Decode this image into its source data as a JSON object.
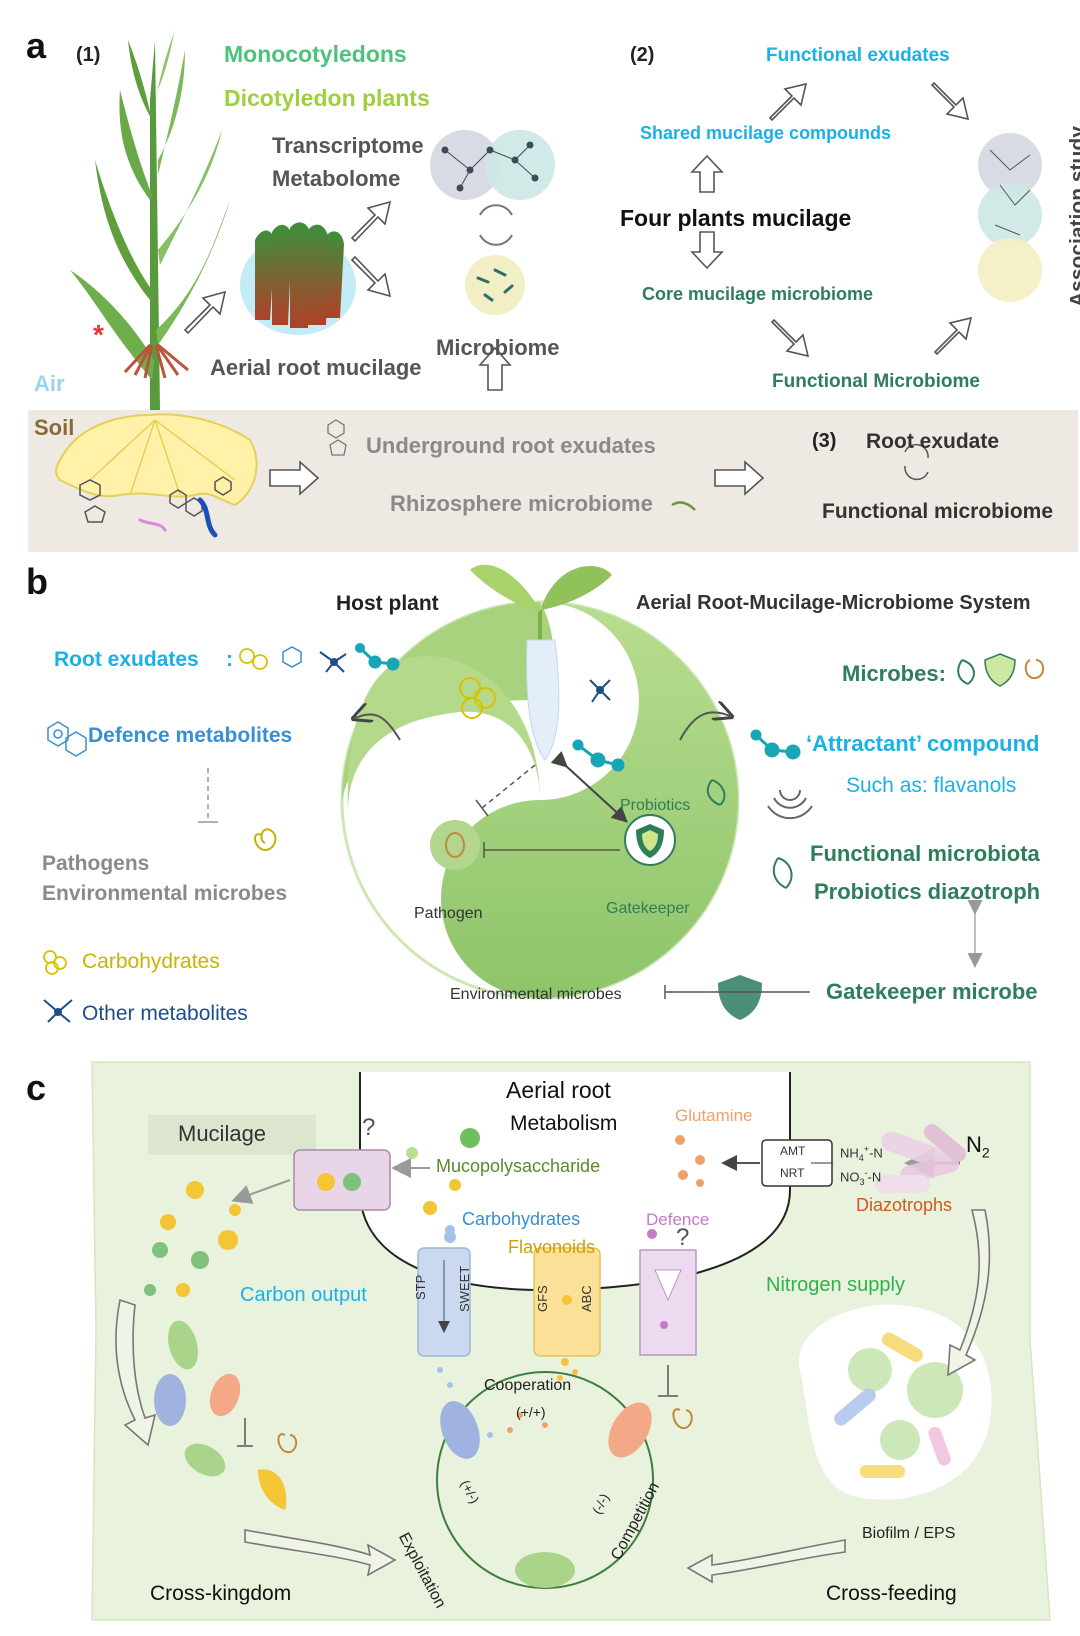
{
  "panel_a": {
    "letter": "a",
    "sub1": "(1)",
    "sub2": "(2)",
    "sub3": "(3)",
    "monocot": "Monocotyledons",
    "dicot": "Dicotyledon plants",
    "transcriptome": "Transcriptome",
    "metabolome": "Metabolome",
    "aerial_mucilage": "Aerial root mucilage",
    "microbiome": "Microbiome",
    "air": "Air",
    "soil": "Soil",
    "underground_exudates": "Underground root exudates",
    "rhizosphere": "Rhizosphere microbiome",
    "functional_exudates": "Functional exudates",
    "shared_compounds": "Shared mucilage compounds",
    "four_plants": "Four plants mucilage",
    "core_microbiome": "Core mucilage microbiome",
    "functional_microbiome": "Functional Microbiome",
    "association": "Association study",
    "root_exudate": "Root exudate",
    "functional_microbiome_2": "Functional microbiome",
    "asterisk": "*"
  },
  "panel_b": {
    "letter": "b",
    "host_plant": "Host plant",
    "system": "Aerial Root-Mucilage-Microbiome System",
    "root_exudates": "Root exudates",
    "colon": ":",
    "microbes": "Microbes:",
    "defence": "Defence metabolites",
    "attractant": "‘Attractant’ compound",
    "flavanols": "Such as: flavanols",
    "pathogens": "Pathogens",
    "env_microbes": "Environmental microbes",
    "functional_microbiota": "Functional microbiota",
    "probiotics_diazotroph": "Probiotics diazotroph",
    "probiotics": "Probiotics",
    "pathogen": "Pathogen",
    "gatekeeper": "Gatekeeper",
    "carbohydrates": "Carbohydrates",
    "other_metabolites": "Other metabolites",
    "env_microbes_small": "Environmental microbes",
    "gatekeeper_microbe": "Gatekeeper microbe"
  },
  "panel_c": {
    "letter": "c",
    "aerial_root": "Aerial root",
    "metabolism": "Metabolism",
    "mucilage": "Mucilage",
    "question": "?",
    "mucopolysaccharide": "Mucopolysaccharide",
    "glutamine": "Glutamine",
    "amt": "AMT",
    "nrt": "NRT",
    "nh4": "NH",
    "nh4_sub": "4",
    "nh4_sup": "+",
    "nh4_tail": "-N",
    "no3": "NO",
    "no3_sub": "3",
    "no3_sup": "-",
    "no3_tail": "-N",
    "n2": "N",
    "n2_sub": "2",
    "carbohydrates": "Carbohydrates",
    "flavonoids": "Flavonoids",
    "defence": "Defence",
    "diazotrophs": "Diazotrophs",
    "carbon_output": "Carbon output",
    "nitrogen_supply": "Nitrogen supply",
    "stp": "STP",
    "sweet": "SWEET",
    "gfs": "GFS",
    "abc": "ABC",
    "cooperation": "Cooperation",
    "coop_sign": "(+/+)",
    "exploitation": "Exploitation",
    "exploit_sign": "(+/-)",
    "competition": "Competition",
    "compet_sign": "(-/-)",
    "biofilm": "Biofilm / EPS",
    "cross_kingdom": "Cross-kingdom",
    "cross_feeding": "Cross-feeding"
  },
  "colors": {
    "green_text": "#2e7d5b",
    "cyan_text": "#1ab0e8",
    "blue_text": "#3a8fd0",
    "grey_text": "#8a8a8a",
    "yellow_text": "#c9b400",
    "navy_text": "#1d4e89",
    "mono_green": "#4cc37a",
    "dicot_green": "#9ed03c",
    "soil_bg": "#efebe4",
    "panel_c_bg": "#e9f2dd",
    "yin_green": "#9ec97a"
  }
}
